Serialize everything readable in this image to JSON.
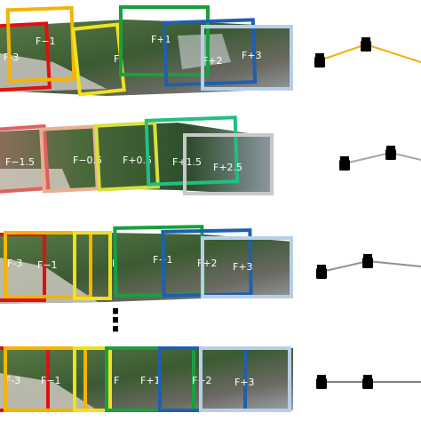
{
  "rows": [
    {
      "name": "row-1",
      "frames": [
        {
          "label": "F-3",
          "color": "#e01010"
        },
        {
          "label": "F−1",
          "color": "#f4b400"
        },
        {
          "label": "F",
          "color": "#f0e020"
        },
        {
          "label": "F+1",
          "color": "#18a040"
        },
        {
          "label": "F+2",
          "color": "#1f5fb0"
        },
        {
          "label": "F+3",
          "color": "#b7cfe6"
        }
      ],
      "camera_line_color": "#f0b000"
    },
    {
      "name": "row-2",
      "frames": [
        {
          "label": "F−1.5",
          "color": "#e06060"
        },
        {
          "label": "F−0.5",
          "color": "#e8b090"
        },
        {
          "label": "F+0.5",
          "color": "#d8e040"
        },
        {
          "label": "F+1.5",
          "color": "#20c080"
        },
        {
          "label": "F+2.5",
          "color": "#c8c8c8"
        }
      ],
      "camera_line_color": "#a0a8b0"
    },
    {
      "name": "row-3",
      "frames": [
        {
          "label": "F-3",
          "color": "#e01010"
        },
        {
          "label": "F−1",
          "color": "#f4b400"
        },
        {
          "label": "F",
          "color": "#f0e020"
        },
        {
          "label": "F+1",
          "color": "#18a040"
        },
        {
          "label": "F+2",
          "color": "#1f5fb0"
        },
        {
          "label": "F+3",
          "color": "#b7cfe6"
        }
      ],
      "camera_line_color": "#909090"
    },
    {
      "name": "row-4",
      "frames": [
        {
          "label": "F-3",
          "color": "#e01010"
        },
        {
          "label": "F−1",
          "color": "#f4b400"
        },
        {
          "label": "F",
          "color": "#f0e020"
        },
        {
          "label": "F+1",
          "color": "#18a040"
        },
        {
          "label": "F+2",
          "color": "#1f5fb0"
        },
        {
          "label": "F+3",
          "color": "#b7cfe6"
        }
      ],
      "camera_line_color": "#808080"
    }
  ],
  "ellipsis": "⋮"
}
